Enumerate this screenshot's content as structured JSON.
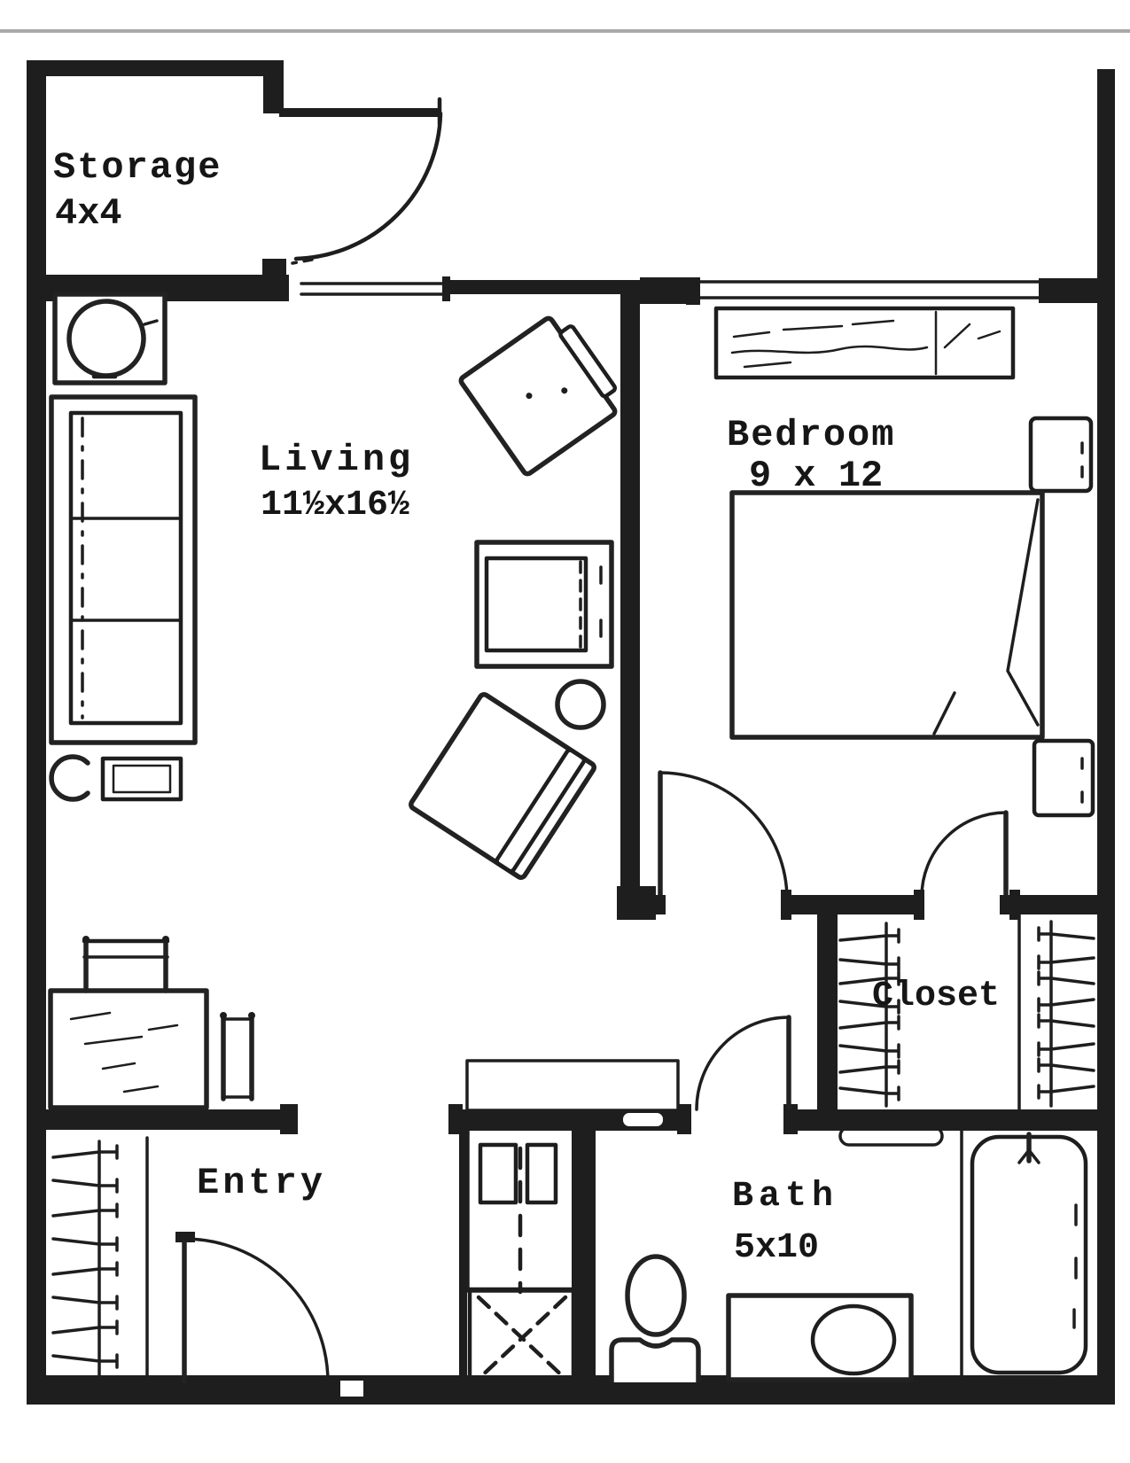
{
  "document": {
    "type": "architectural floor plan (scanned, black ink on white)"
  },
  "rooms": {
    "storage": {
      "label": "Storage",
      "dims": "4x4"
    },
    "living": {
      "label": "Living",
      "dims": "11½x16½"
    },
    "bedroom": {
      "label": "Bedroom",
      "dims": "9 x 12"
    },
    "closet": {
      "label": "Closet"
    },
    "entry": {
      "label": "Entry"
    },
    "bath": {
      "label": "Bath",
      "dims": "5x10"
    }
  },
  "colors": {
    "ink": "#1e1e1e",
    "paper": "#ffffff",
    "scanline": "#a9a9a9"
  }
}
